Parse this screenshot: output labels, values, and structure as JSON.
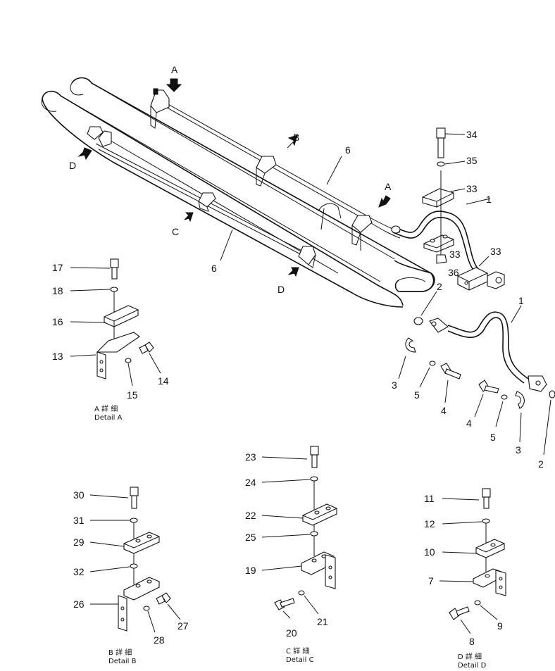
{
  "diagram": {
    "callouts": {
      "c1a": "1",
      "c1b": "1",
      "c2a": "2",
      "c2b": "2",
      "c3a": "3",
      "c3b": "3",
      "c4a": "4",
      "c4b": "4",
      "c5a": "5",
      "c5b": "5",
      "c6a": "6",
      "c6b": "6",
      "c7": "7",
      "c8": "8",
      "c9": "9",
      "c10": "10",
      "c11": "11",
      "c12": "12",
      "c13": "13",
      "c14": "14",
      "c15": "15",
      "c16": "16",
      "c17": "17",
      "c18": "18",
      "c19": "19",
      "c20": "20",
      "c21": "21",
      "c22": "22",
      "c23": "23",
      "c24": "24",
      "c25": "25",
      "c26": "26",
      "c27": "27",
      "c28": "28",
      "c29": "29",
      "c30": "30",
      "c31": "31",
      "c32": "32",
      "c33a": "33",
      "c33b": "33",
      "c33c": "33",
      "c34": "34",
      "c35": "35",
      "c36": "36"
    },
    "view_markers": {
      "a1": "A",
      "a2": "A",
      "b1": "B",
      "c1": "C",
      "d1": "D",
      "d2": "D"
    },
    "details": {
      "a": {
        "jp": "A 詳 細",
        "en": "Detail A"
      },
      "b": {
        "jp": "B 詳 細",
        "en": "Detail B"
      },
      "c": {
        "jp": "C 詳 細",
        "en": "Detail C"
      },
      "d": {
        "jp": "D 詳 細",
        "en": "Detail D"
      }
    }
  }
}
